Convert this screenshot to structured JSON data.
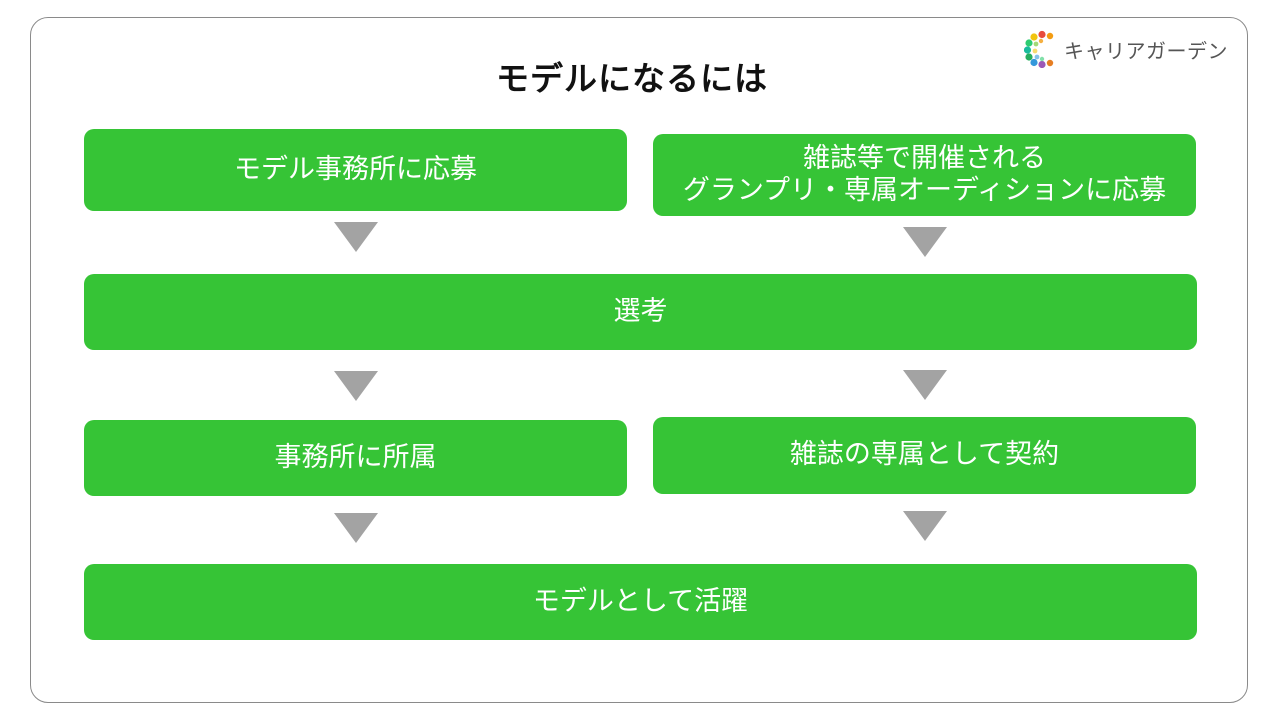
{
  "slide": {
    "title": "モデルになるには",
    "logo_text": "キャリアガーデン"
  },
  "flow": {
    "step_agency_apply": "モデル事務所に応募",
    "step_magazine_apply_line1": "雑誌等で開催される",
    "step_magazine_apply_line2": "グランプリ・専属オーディションに応募",
    "step_selection": "選考",
    "step_agency_join": "事務所に所属",
    "step_magazine_contract": "雑誌の専属として契約",
    "step_active": "モデルとして活躍"
  },
  "colors": {
    "box": "#36c436",
    "arrow": "#a3a3a3",
    "frame_border": "#8a8a8a"
  }
}
